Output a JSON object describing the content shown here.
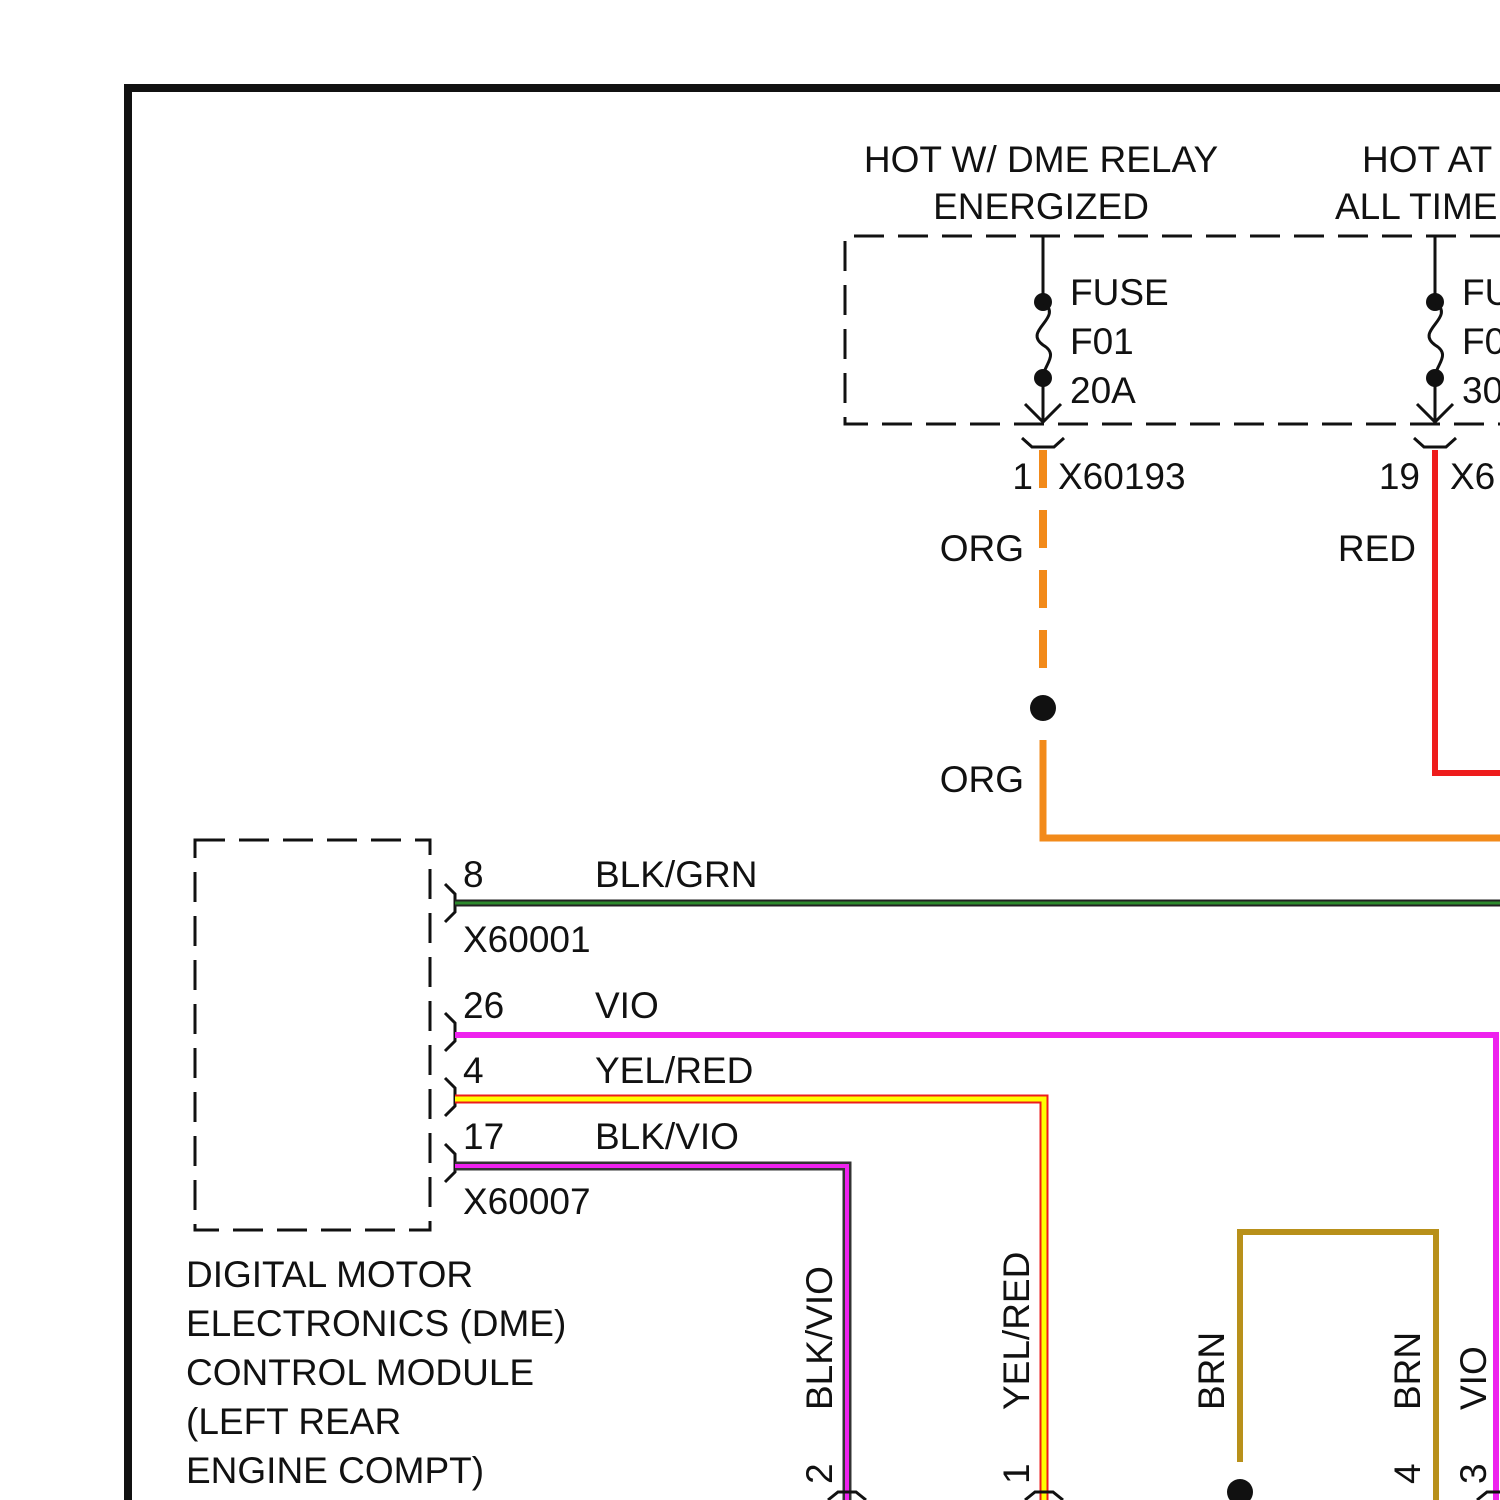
{
  "supplies": {
    "dme_relay": {
      "line1": "HOT W/ DME RELAY",
      "line2": "ENERGIZED"
    },
    "all_times": {
      "line1": "HOT AT",
      "line2": "ALL TIME"
    }
  },
  "fuses": {
    "f01": {
      "name": "FUSE",
      "id": "F01",
      "rating": "20A"
    },
    "f02": {
      "name": "FU",
      "id": "F0",
      "rating": "30"
    }
  },
  "fuse_box_connectors": {
    "left": {
      "pin": "1",
      "connector": "X60193"
    },
    "right": {
      "pin": "19",
      "connector": "X6"
    }
  },
  "wires": {
    "org_upper": "ORG",
    "org_lower": "ORG",
    "red": "RED",
    "blk_grn": "BLK/GRN",
    "vio": "VIO",
    "yel_red": "YEL/RED",
    "blk_vio": "BLK/VIO"
  },
  "dme_pins": {
    "pin8": "8",
    "pin26": "26",
    "pin4": "4",
    "pin17": "17",
    "connector_a": "X60001",
    "connector_b": "X60007"
  },
  "module": {
    "line1": "DIGITAL MOTOR",
    "line2": "ELECTRONICS (DME)",
    "line3": "CONTROL MODULE",
    "line4": "(LEFT REAR",
    "line5": "ENGINE COMPT)"
  },
  "bottom_vertical": {
    "blk_vio": {
      "wire": "BLK/VIO",
      "pin": "2"
    },
    "yel_red": {
      "wire": "YEL/RED",
      "pin": "1"
    },
    "brn_a": {
      "wire": "BRN"
    },
    "brn_b": {
      "wire": "BRN",
      "pin": "4"
    },
    "vio": {
      "wire": "VIO",
      "pin": "3"
    }
  },
  "colors": {
    "org": "#f28a1a",
    "red": "#ee1c1c",
    "green": "#2d8a2d",
    "vio": "#ee22ee",
    "yellow": "#ffff00",
    "brn": "#b8901a"
  }
}
